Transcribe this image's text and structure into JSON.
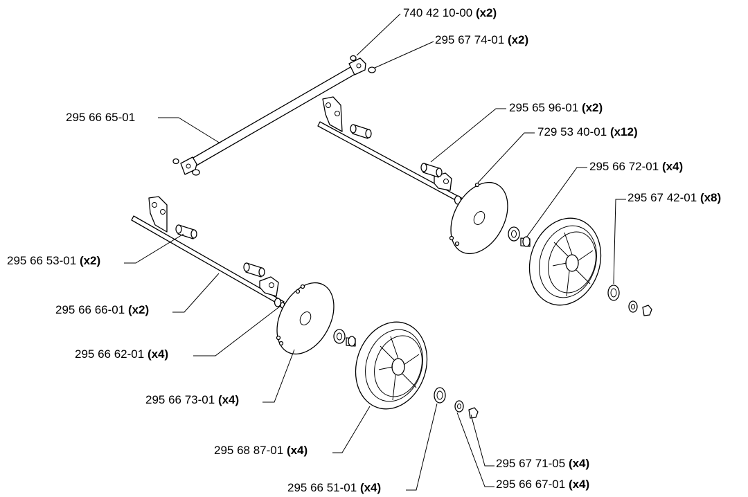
{
  "labels": [
    {
      "id": "L1",
      "part": "740 42 10-00",
      "qty": "(x2)"
    },
    {
      "id": "L2",
      "part": "295 67 74-01",
      "qty": "(x2)"
    },
    {
      "id": "L3",
      "part": "295 66 65-01",
      "qty": ""
    },
    {
      "id": "L4",
      "part": "295 65 96-01",
      "qty": "(x2)"
    },
    {
      "id": "L5",
      "part": "729 53 40-01",
      "qty": "(x12)"
    },
    {
      "id": "L6",
      "part": "295 66 72-01",
      "qty": "(x4)"
    },
    {
      "id": "L7",
      "part": "295 67 42-01",
      "qty": "(x8)"
    },
    {
      "id": "L8",
      "part": "295 66 53-01",
      "qty": "(x2)"
    },
    {
      "id": "L9",
      "part": "295 66 66-01",
      "qty": "(x2)"
    },
    {
      "id": "L10",
      "part": "295 66 62-01",
      "qty": "(x4)"
    },
    {
      "id": "L11",
      "part": "295 66 73-01",
      "qty": "(x4)"
    },
    {
      "id": "L12",
      "part": "295 68 87-01",
      "qty": "(x4)"
    },
    {
      "id": "L13",
      "part": "295 67 71-05",
      "qty": "(x4)"
    },
    {
      "id": "L14",
      "part": "295 66 51-01",
      "qty": "(x4)"
    },
    {
      "id": "L15",
      "part": "295 66 67-01",
      "qty": "(x4)"
    }
  ]
}
